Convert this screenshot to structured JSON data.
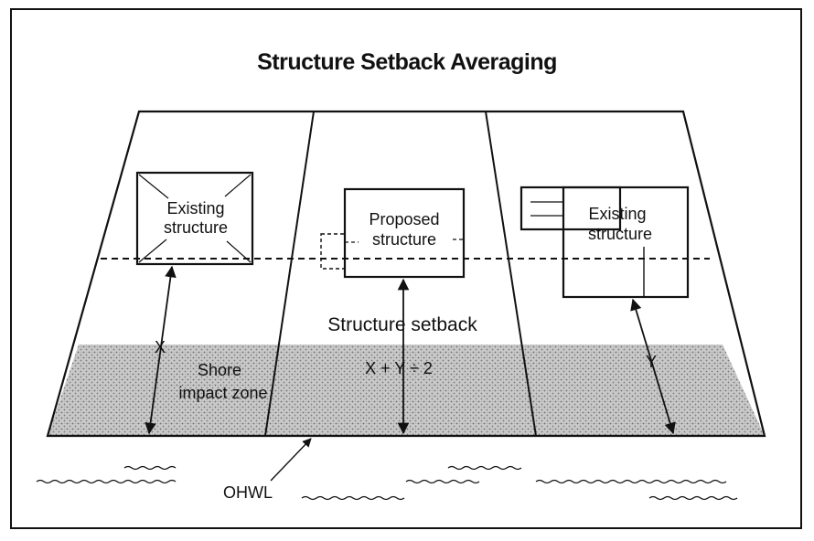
{
  "title": "Structure Setback Averaging",
  "left_structure": {
    "line1": "Existing",
    "line2": "structure"
  },
  "center_structure": {
    "line1": "Proposed",
    "line2": "structure"
  },
  "right_structure": {
    "line1": "Existing",
    "line2": "structure"
  },
  "setback_label": "Structure setback",
  "formula": "X + Y ÷ 2",
  "x_label": "X",
  "y_label": "Y",
  "zone_label": {
    "line1": "Shore",
    "line2": "impact zone"
  },
  "ohwl_label": "OHWL"
}
